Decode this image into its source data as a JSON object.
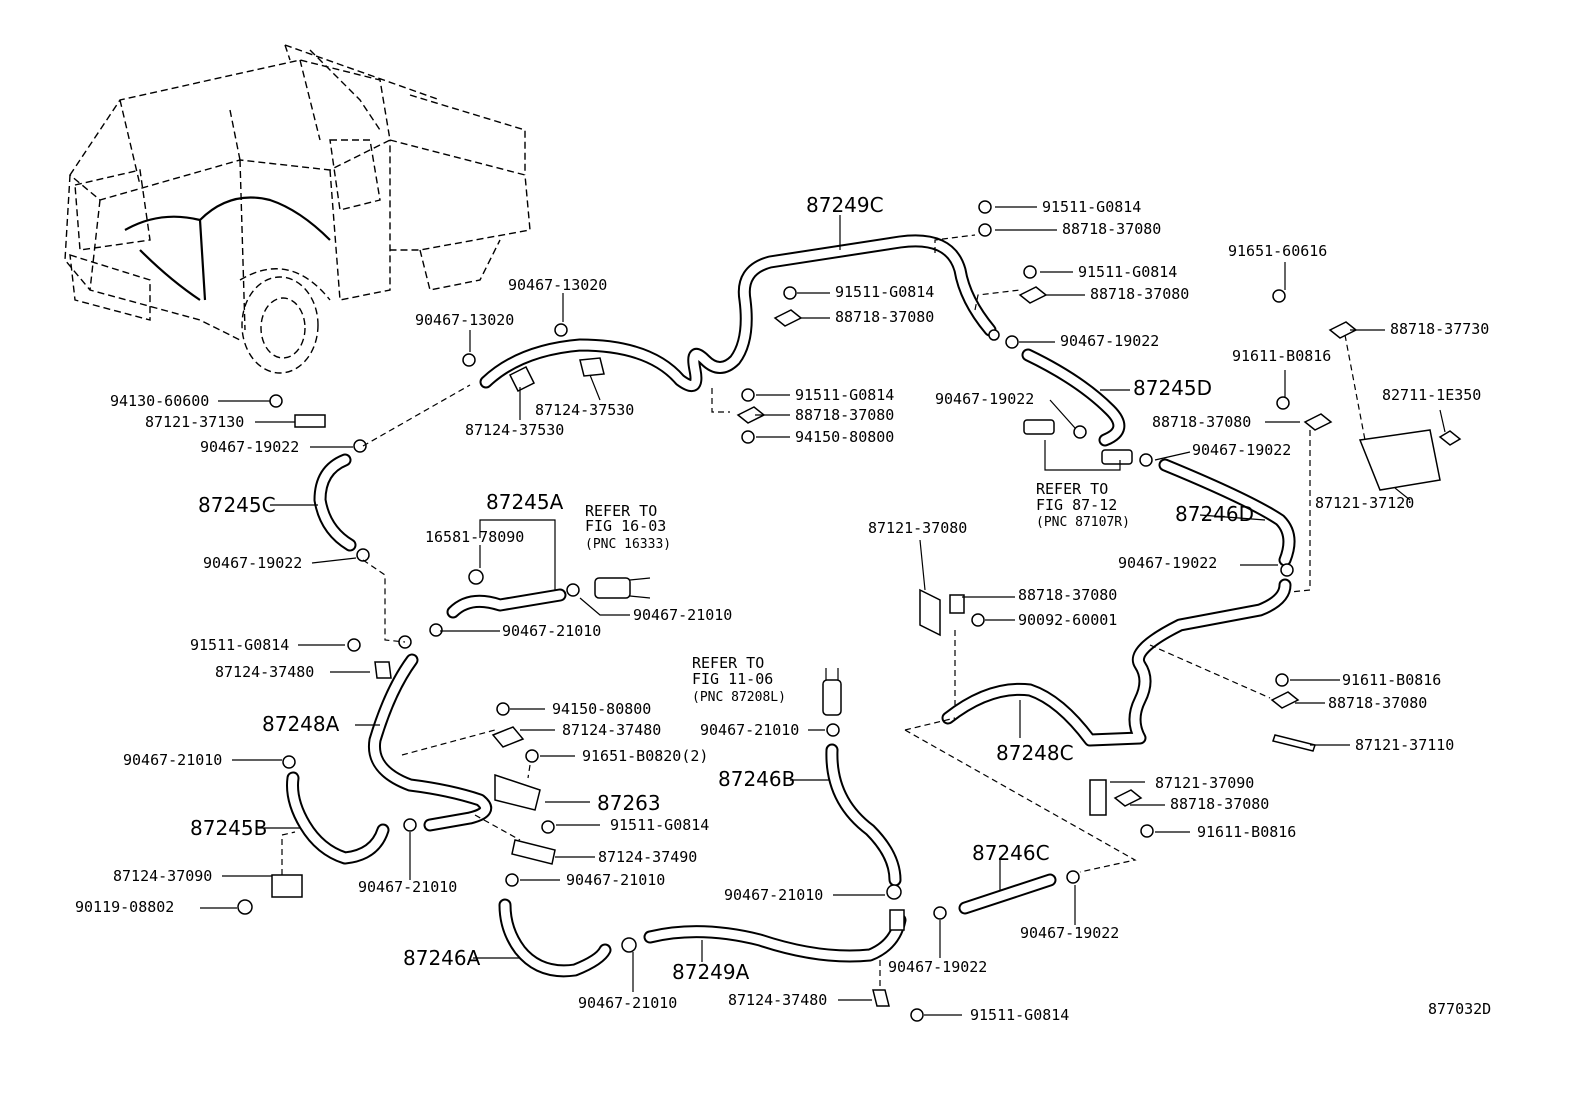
{
  "diagram_id": "877032D",
  "assemblies": {
    "a87249C": "87249C",
    "a87245D": "87245D",
    "a87245C": "87245C",
    "a87245A": "87245A",
    "a87246D": "87246D",
    "a87248A": "87248A",
    "a87248C": "87248C",
    "a87246B": "87246B",
    "a87263": "87263",
    "a87245B": "87245B",
    "a87246C": "87246C",
    "a87246A": "87246A",
    "a87249A": "87249A"
  },
  "refs": {
    "r1": [
      "REFER TO",
      "FIG 16-03",
      "(PNC 16333)"
    ],
    "r2": [
      "REFER TO",
      "FIG 87-12",
      "(PNC 87107R)"
    ],
    "r3": [
      "REFER TO",
      "FIG 11-06",
      "(PNC 87208L)"
    ]
  },
  "labels": [
    "91511-G0814",
    "88718-37080",
    "91511-G0814",
    "88718-37080",
    "91651-60616",
    "88718-37730",
    "90467-13020",
    "91511-G0814",
    "88718-37080",
    "90467-19022",
    "90467-13020",
    "91611-B0816",
    "94130-60600",
    "91511-G0814",
    "87124-37530",
    "87121-37130",
    "88718-37080",
    "87124-37530",
    "94150-80800",
    "90467-19022",
    "88718-37080",
    "82711-1E350",
    "90467-19022",
    "90467-19022",
    "87121-37120",
    "16581-78090",
    "87121-37080",
    "90467-19022",
    "90467-19022",
    "90467-21010",
    "88718-37080",
    "91511-G0814",
    "90467-21010",
    "90092-60001",
    "87124-37480",
    "91611-B0816",
    "94150-80800",
    "88718-37080",
    "87124-37480",
    "90467-21010",
    "87121-37110",
    "90467-21010",
    "91651-B0820(2)",
    "87121-37090",
    "88718-37080",
    "91511-G0814",
    "91611-B0816",
    "87124-37490",
    "87124-37090",
    "90467-21010",
    "90467-21010",
    "90119-08802",
    "90467-21010",
    "90467-19022",
    "90467-19022",
    "90467-21010",
    "87124-37480",
    "91511-G0814"
  ]
}
